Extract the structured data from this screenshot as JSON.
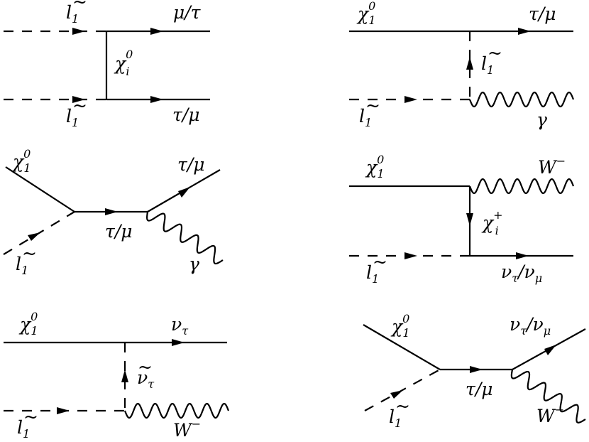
{
  "diagrams": [
    {
      "id": "d1",
      "labels": {
        "in_top": {
          "base": "l",
          "tilde": true,
          "sub": "1"
        },
        "in_bottom": {
          "base": "l",
          "tilde": true,
          "sub": "1"
        },
        "out_top": {
          "base": "μ/τ"
        },
        "out_bottom": {
          "base": "τ/μ"
        },
        "exchange": {
          "base": "χ",
          "sup": "0",
          "sub": "i"
        }
      }
    },
    {
      "id": "d2",
      "labels": {
        "in_top": {
          "base": "χ",
          "sup": "0",
          "sub": "1"
        },
        "in_bottom": {
          "base": "l",
          "tilde": true,
          "sub": "1"
        },
        "out_top": {
          "base": "τ/μ"
        },
        "out_bottom": {
          "base": "γ"
        },
        "exchange": {
          "base": "l",
          "tilde": true,
          "sub": "1"
        }
      }
    },
    {
      "id": "d3",
      "labels": {
        "in_top": {
          "base": "χ",
          "sup": "0",
          "sub": "1"
        },
        "in_bottom": {
          "base": "l",
          "tilde": true,
          "sub": "1"
        },
        "internal": {
          "base": "τ/μ"
        },
        "out_top": {
          "base": "τ/μ"
        },
        "out_bottom": {
          "base": "γ"
        }
      }
    },
    {
      "id": "d4",
      "labels": {
        "in_top": {
          "base": "χ",
          "sup": "0",
          "sub": "1"
        },
        "in_bottom": {
          "base": "l",
          "tilde": true,
          "sub": "1"
        },
        "out_top": {
          "base": "W",
          "sup": "−"
        },
        "out_bottom_a": {
          "base": "ν",
          "sub": "τ"
        },
        "slash": "/",
        "out_bottom_b": {
          "base": "ν",
          "sub": "μ"
        },
        "exchange": {
          "base": "χ",
          "sup": "+",
          "sub": "i"
        }
      }
    },
    {
      "id": "d5",
      "labels": {
        "in_top": {
          "base": "χ",
          "sup": "0",
          "sub": "1"
        },
        "in_bottom": {
          "base": "l",
          "tilde": true,
          "sub": "1"
        },
        "out_top": {
          "base": "ν",
          "sub": "τ"
        },
        "out_bottom": {
          "base": "W",
          "sup": "−"
        },
        "exchange": {
          "base": "ν",
          "tilde": true,
          "sub": "τ"
        }
      }
    },
    {
      "id": "d6",
      "labels": {
        "in_top": {
          "base": "χ",
          "sup": "0",
          "sub": "1"
        },
        "in_bottom": {
          "base": "l",
          "tilde": true,
          "sub": "1"
        },
        "internal": {
          "base": "τ/μ"
        },
        "out_top_a": {
          "base": "ν",
          "sub": "τ"
        },
        "slash": "/",
        "out_top_b": {
          "base": "ν",
          "sub": "μ"
        },
        "out_bottom": {
          "base": "W",
          "sup": "−"
        }
      }
    }
  ]
}
